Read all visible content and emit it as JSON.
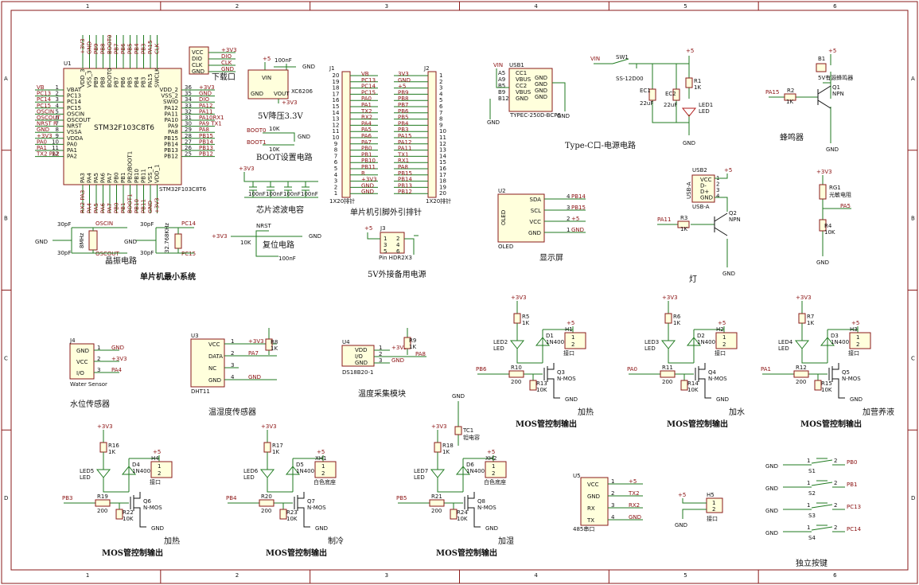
{
  "border": {
    "cols": [
      "1",
      "2",
      "3",
      "4",
      "5",
      "6"
    ],
    "rows": [
      "A",
      "B",
      "C",
      "D"
    ]
  },
  "mcu": {
    "ref": "U1",
    "part": "STM32F103C8T6",
    "part_below": "STM32F103C8T6",
    "left_pins": [
      {
        "num": "1",
        "name": "VBAT",
        "net": "VB"
      },
      {
        "num": "2",
        "name": "PC13",
        "net": "PC13"
      },
      {
        "num": "3",
        "name": "PC14",
        "net": "PC14"
      },
      {
        "num": "4",
        "name": "PC15",
        "net": "PC15"
      },
      {
        "num": "5",
        "name": "OSCIN",
        "net": "OSCIN"
      },
      {
        "num": "6",
        "name": "OSCOUT",
        "net": "OSCOUT"
      },
      {
        "num": "7",
        "name": "NRST",
        "net": "NRST R"
      },
      {
        "num": "8",
        "name": "VSSA",
        "net": "GND"
      },
      {
        "num": "9",
        "name": "VDDA",
        "net": "+3V3"
      },
      {
        "num": "10",
        "name": "PA0",
        "net": "PA0"
      },
      {
        "num": "11",
        "name": "PA1",
        "net": "PA1"
      },
      {
        "num": "12",
        "name": "PA2",
        "net": "TX2 PA2"
      }
    ],
    "right_pins": [
      {
        "num": "36",
        "name": "VDD_2",
        "net": "+3V3"
      },
      {
        "num": "35",
        "name": "VSS_2",
        "net": "GND"
      },
      {
        "num": "34",
        "name": "SWIO",
        "net": "DIO"
      },
      {
        "num": "33",
        "name": "PA12",
        "net": "PA12"
      },
      {
        "num": "32",
        "name": "PA11",
        "net": "PA11"
      },
      {
        "num": "31",
        "name": "PA10",
        "net": "PA10RX1"
      },
      {
        "num": "30",
        "name": "PA9",
        "net": "PA9 TX1"
      },
      {
        "num": "29",
        "name": "PA8",
        "net": "PA8"
      },
      {
        "num": "28",
        "name": "PB15",
        "net": "PB15"
      },
      {
        "num": "27",
        "name": "PB14",
        "net": "PB14"
      },
      {
        "num": "26",
        "name": "PB13",
        "net": "PB13"
      },
      {
        "num": "25",
        "name": "PB12",
        "net": "PB12"
      }
    ],
    "top_nets": [
      "+3V3",
      "GND",
      "PB9",
      "PB8",
      "BOOT0",
      "PB7",
      "PB6",
      "PB5",
      "PB4",
      "PB3",
      "PA15",
      "CLK"
    ],
    "top_names": [
      "VDD_3",
      "VSS_3",
      "PB9",
      "PB8",
      "BOOT0",
      "PB7",
      "PB6",
      "PB5",
      "PB4",
      "PB3",
      "PA15",
      "SWCLK"
    ],
    "bottom_names": [
      "PA3",
      "PA4",
      "PA5",
      "PA6",
      "PA7",
      "PB0",
      "PB1",
      "PB2/BOOT1",
      "PB10",
      "PB11",
      "VSS_1",
      "VDD_1"
    ],
    "bottom_nets": [
      "RX2 PA3",
      "PA4",
      "PA5",
      "PA6",
      "PA7",
      "PB0",
      "PB1",
      "BOOT1",
      "PB10",
      "PB11",
      "GND",
      "+3V3"
    ]
  },
  "download_port": {
    "title": "下载口",
    "pins": [
      "VCC",
      "DIO",
      "CLK",
      "GND"
    ],
    "nets": [
      "+3V3",
      "DIO",
      "CLK",
      "GND"
    ]
  },
  "ldo": {
    "title": "5V降压3.3V",
    "part": "XC6206",
    "cap": "100nF",
    "pins": [
      "VIN",
      "GND",
      "VOUT"
    ],
    "in_net": "+5",
    "out_net": "+3V3",
    "gnd": "GND"
  },
  "boot": {
    "title": "BOOT设置电路",
    "nets": [
      "BOOT0",
      "BOOT1"
    ],
    "res": [
      "10K",
      "10K"
    ],
    "gnd": "GND"
  },
  "filter": {
    "title": "芯片滤波电容",
    "net": "+3V3",
    "caps": [
      "100nF",
      "100nF",
      "100nF",
      "100nF"
    ]
  },
  "reset": {
    "title": "复位电路",
    "net": "+3V3",
    "res": "10K",
    "nrst": "NRST",
    "cap": "100nF",
    "gnd": "GND"
  },
  "crystals": {
    "title": "晶振电路",
    "hse": {
      "freq": "8MHz",
      "caps": [
        "30pF",
        "30pF"
      ],
      "nets": [
        "OSCIN",
        "OSCOUT"
      ]
    },
    "lse": {
      "freq": "32.768KHz",
      "caps": [
        "30pF",
        "30pF"
      ],
      "nets": [
        "PC14",
        "PC15"
      ]
    },
    "gnd": "GND"
  },
  "min_system_title": "单片机最小系统",
  "headers": {
    "title": "单片机引脚外引排针",
    "j1": {
      "ref": "J1",
      "part": "1X20排针",
      "nets": [
        "VB",
        "PC13",
        "PC14",
        "PC15",
        "PA0",
        "PA1",
        "TX2",
        "RX2",
        "PA4",
        "PA5",
        "PA6",
        "PA7",
        "PB0",
        "PB1",
        "PB10",
        "PB11",
        "R",
        "+3V3",
        "GND",
        "GND"
      ]
    },
    "j2": {
      "ref": "J2",
      "part": "1X20排针",
      "nets": [
        "3V3",
        "GND",
        "+5",
        "PB9",
        "PB8",
        "PB7",
        "PB6",
        "PB5",
        "PB4",
        "PB3",
        "PA15",
        "PA12",
        "PA11",
        "TX1",
        "RX1",
        "PA8",
        "PB15",
        "PB14",
        "PB13",
        "PB12"
      ]
    }
  },
  "backup_power": {
    "title": "5V外接备用电源",
    "ref": "J3",
    "part": "Pin HDR2X3",
    "net": "+5",
    "gnd": "GND"
  },
  "typec": {
    "title": "Type-C口-电源电路",
    "ref": "USB1",
    "part": "TYPEC-250D-BCP6",
    "pins": [
      "CC1",
      "VBUS",
      "CC2",
      "VBUS",
      "GND"
    ],
    "right_pins": [
      "GND",
      "GND",
      "GND",
      "GND"
    ],
    "left_labels": [
      "A5",
      "A9",
      "B5",
      "B9",
      "B12"
    ],
    "net": "VIN",
    "gnd": "GND"
  },
  "power_switch": {
    "ref": "SW1",
    "part": "SS-12D00",
    "net_in": "VIN",
    "net_out": "+5",
    "caps": [
      {
        "ref": "EC1",
        "val": "22uF"
      },
      {
        "ref": "EC2",
        "val": "22uF"
      }
    ],
    "res": {
      "ref": "R1",
      "val": "1K"
    },
    "led": {
      "ref": "LED1",
      "val": "LED"
    },
    "gnd": "GND"
  },
  "buzzer": {
    "title": "蜂鸣器",
    "ref": "B1",
    "part": "5V有源蜂鸣器",
    "net_vcc": "+5",
    "net_in": "PA15",
    "res": {
      "ref": "R2",
      "val": "1K"
    },
    "q": {
      "ref": "Q1",
      "val": "NPN"
    },
    "gnd": "GND"
  },
  "oled": {
    "title": "显示屏",
    "ref": "U2",
    "part": "OLED",
    "name": "OLED",
    "pins": [
      "SDA",
      "SCL",
      "VCC",
      "GND"
    ],
    "nums": [
      "4",
      "3",
      "2",
      "1"
    ],
    "nets": [
      "PB14",
      "PB15",
      "+5",
      "GND"
    ]
  },
  "lamp": {
    "title": "灯",
    "ref": "USB2",
    "part": "USB-A",
    "pins": [
      "VCC",
      "D-",
      "D+",
      "GND"
    ],
    "net": "+5",
    "side": "USB-A",
    "q": {
      "ref": "Q2",
      "val": "NPN"
    },
    "res": {
      "ref": "R3",
      "val": "1K"
    },
    "net_in": "PA11",
    "gnd": "GND"
  },
  "light_sensor": {
    "net": "+3V3",
    "rg": {
      "ref": "RG1",
      "val": "光敏电阻"
    },
    "out": "PA5",
    "res": {
      "ref": "R4",
      "val": "10K"
    },
    "gnd": "GND"
  },
  "water": {
    "title": "水位传感器",
    "ref": "J4",
    "part": "Water Sensor",
    "pins": [
      "GND",
      "VCC",
      "I/O"
    ],
    "nets": [
      "GND",
      "+3V3",
      "PA4"
    ]
  },
  "dht": {
    "title": "温湿度传感器",
    "ref": "U3",
    "part": "DHT11",
    "pins": [
      "VCC",
      "DATA",
      "NC",
      "GND"
    ],
    "nets": [
      "+3V3",
      "PA7",
      "",
      "GND"
    ],
    "res": {
      "ref": "R8",
      "val": "1K"
    }
  },
  "ds18b20": {
    "title": "温度采集模块",
    "ref": "U4",
    "part": "DS18B20-1",
    "pins": [
      "VDD",
      "I/O",
      "GND"
    ],
    "nets": [
      "+3V3",
      "PA8",
      "GND"
    ],
    "res": {
      "ref": "R9",
      "val": "1K"
    }
  },
  "mos_title": "MOS管控制输出",
  "mos_channels": [
    {
      "load": "加热",
      "led": "LED2",
      "r_led": "R5",
      "d": "D1",
      "h": "H1",
      "r_g": "R10",
      "r_pd": "R13",
      "q": "Q3",
      "net": "PB6",
      "conn": "接口",
      "sup": "+3V3",
      "vplus": "+5"
    },
    {
      "load": "加水",
      "led": "LED3",
      "r_led": "R6",
      "d": "D2",
      "h": "H2",
      "r_g": "R11",
      "r_pd": "R14",
      "q": "Q4",
      "net": "PA0",
      "conn": "接口",
      "sup": "+3V3",
      "vplus": "+5"
    },
    {
      "load": "加营养液",
      "led": "LED4",
      "r_led": "R7",
      "d": "D3",
      "h": "H3",
      "r_g": "R12",
      "r_pd": "R15",
      "q": "Q5",
      "net": "PA1",
      "conn": "接口",
      "sup": "+3V3",
      "vplus": "+5"
    },
    {
      "load": "加热",
      "led": "LED5",
      "r_led": "R16",
      "d": "D4",
      "h": "H4",
      "r_g": "R19",
      "r_pd": "R22",
      "q": "Q6",
      "net": "PB3",
      "conn": "接口",
      "sup": "+3V3",
      "vplus": "+5"
    },
    {
      "load": "制冷",
      "led": "LED6",
      "r_led": "R17",
      "d": "D5",
      "h": "XH1",
      "r_g": "R20",
      "r_pd": "R23",
      "q": "Q7",
      "net": "PB4",
      "conn": "白色底座",
      "sup": "+3V3",
      "vplus": "+5"
    },
    {
      "load": "加湿",
      "led": "LED7",
      "r_led": "R18",
      "d": "D6",
      "h": "XH2",
      "r_g": "R21",
      "r_pd": "R24",
      "q": "Q8",
      "net": "PB5",
      "conn": "白色底座",
      "sup": "+3V3",
      "vplus": "+5"
    }
  ],
  "mos_parts": {
    "r_led_val": "1K",
    "led_val": "LED",
    "d_val": "1N4007",
    "r_g_val": "200",
    "r_pd_val": "10K",
    "q_val": "N-MOS",
    "gnd": "GND",
    "pins": [
      "1",
      "2"
    ]
  },
  "tc1": {
    "ref": "TC1",
    "val": "钽电容",
    "gnd": "GND"
  },
  "rs485": {
    "ref": "U5",
    "part": "485串口",
    "pins": [
      "VCC",
      "GND",
      "RX",
      "TX"
    ],
    "nums": [
      "1",
      "2",
      "3",
      "4"
    ],
    "nets": [
      "+5",
      "TX2",
      "RX2",
      "GND"
    ]
  },
  "h5": {
    "ref": "H5",
    "part": "接口",
    "net": "+5",
    "gnd": "GND"
  },
  "buttons": {
    "title": "独立按键",
    "items": [
      {
        "ref": "S1",
        "net": "PB0"
      },
      {
        "ref": "S2",
        "net": "PB1"
      },
      {
        "ref": "S3",
        "net": "PC13"
      },
      {
        "ref": "S4",
        "net": "PC14"
      }
    ],
    "gnd": "GND"
  },
  "colors": {
    "wire": "#1f7a1f",
    "frame": "#8a1a1a",
    "body": "#ffffdc",
    "net": "#b01818"
  }
}
